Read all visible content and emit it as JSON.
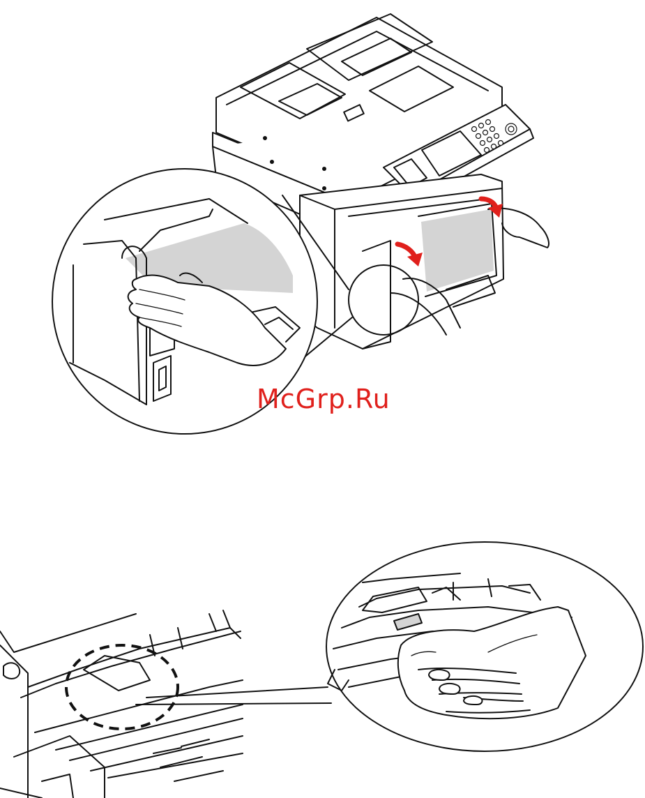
{
  "watermark": {
    "text": "McGrp.Ru",
    "color": "#e0201c"
  },
  "colors": {
    "line": "#111111",
    "arrow": "#e0201c",
    "shade": "#d4d4d4",
    "background": "#ffffff"
  },
  "figures": [
    {
      "id": "top",
      "subject": "mfp-open-front-cover-with-detail-zoom"
    },
    {
      "id": "bottom",
      "subject": "paper-path-cleaning-with-detail-zoom"
    }
  ]
}
